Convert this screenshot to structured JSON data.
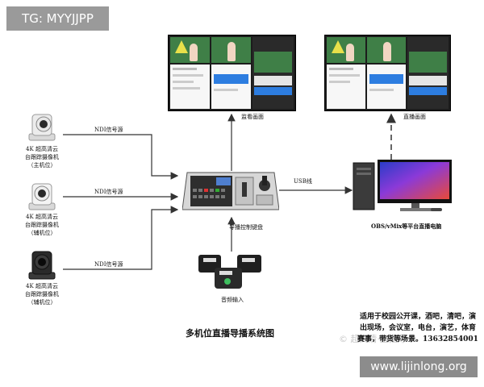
{
  "watermark_top": "TG: MYYJJPP",
  "watermark_bottom": "www.lijinlong.org",
  "faint_overlay": "© 超高清·直播导",
  "cameras": [
    {
      "title": "4K 超高清云",
      "line2": "台跟踪摄像机",
      "role": "（主机位）",
      "signal": "NDI信号源"
    },
    {
      "title": "4K 超高清云",
      "line2": "台跟踪摄像机",
      "role": "（辅机位）",
      "signal": "NDI信号源"
    },
    {
      "title": "4K 超高清云",
      "line2": "台跟踪摄像机",
      "role": "（辅机位）",
      "signal": "NDI信号源"
    }
  ],
  "monitor_left_label": "监看画面",
  "monitor_right_label": "直播画面",
  "switcher_label": "导播控制键盘",
  "usb_label": "USB线",
  "audio_label": "音频输入",
  "computer_label": "OBS/vMix等平台直播电脑",
  "diagram_title": "多机位直播导播系统图",
  "description": "适用于校园公开课，酒吧，清吧，演出现场，会议室，电台，演艺，体育赛事，带货等场景。13632854001",
  "colors": {
    "arrow": "#333333",
    "screen_green": "#3f7f47",
    "tag_bg": "#9a9a9a",
    "screen_blue": "#2d7de0"
  }
}
